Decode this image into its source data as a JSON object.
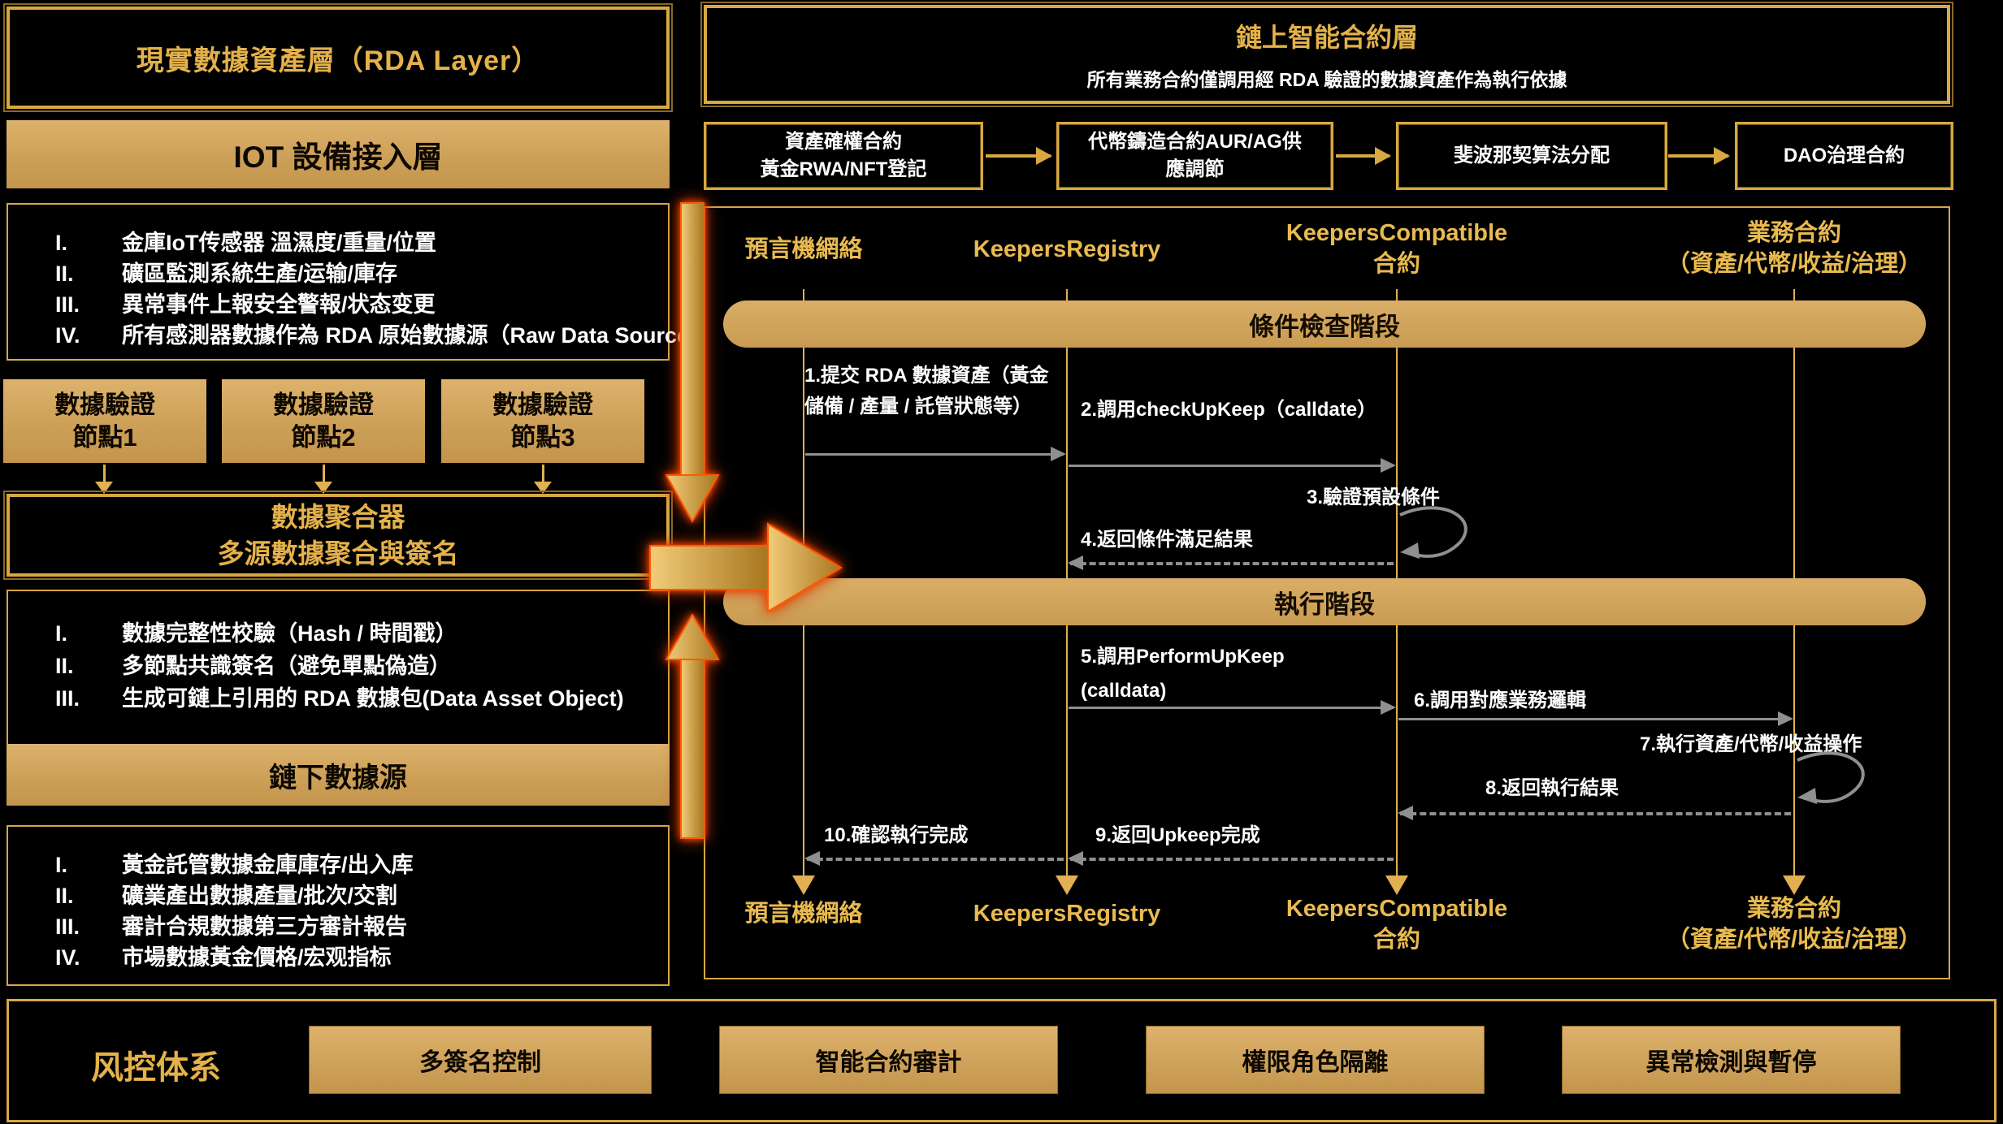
{
  "colors": {
    "gold_fill": "#CDA058",
    "gold_border": "#D8A842",
    "gold_text": "#E4B14A",
    "white_text": "#FFFFFF",
    "gray_arrow": "#8F8F8F",
    "glow_orange": "#FF4A00",
    "background": "#000000"
  },
  "left_panel": {
    "rda_title": "現實數據資產層（RDA Layer）",
    "iot_bar_label": "IOT 設備接入層",
    "iot_list": [
      {
        "num": "I.",
        "text": "金庫IoT传感器 溫濕度/重量/位置"
      },
      {
        "num": "II.",
        "text": "礦區監測系統生產/运输/庫存"
      },
      {
        "num": "III.",
        "text": "異常事件上報安全警報/状态变更"
      },
      {
        "num": "IV.",
        "text": "所有感測器數據作為 RDA 原始數據源（Raw Data Source）"
      }
    ],
    "validation_nodes": [
      {
        "lines": [
          "數據驗證",
          "節點1"
        ]
      },
      {
        "lines": [
          "數據驗證",
          "節點2"
        ]
      },
      {
        "lines": [
          "數據驗證",
          "節點3"
        ]
      }
    ],
    "aggregator": {
      "lines": [
        "數據聚合器",
        "多源數據聚合與簽名"
      ]
    },
    "aggregator_list": [
      {
        "num": "I.",
        "text": "數據完整性校驗（Hash / 時間戳）"
      },
      {
        "num": "II.",
        "text": "多節點共識簽名（避免單點偽造）"
      },
      {
        "num": "III.",
        "text": "生成可鏈上引用的 RDA 數據包(Data Asset Object)"
      }
    ],
    "offchain_bar_label": "鏈下數據源",
    "offchain_list": [
      {
        "num": "I.",
        "text": "黃金託管數據金庫庫存/出入库"
      },
      {
        "num": "II.",
        "text": "礦業產出數據產量/批次/交割"
      },
      {
        "num": "III.",
        "text": "審計合規數據第三方審計報告"
      },
      {
        "num": "IV.",
        "text": "市場數據黃金價格/宏观指标"
      }
    ]
  },
  "right_panel": {
    "header": {
      "title": "鏈上智能合約層",
      "subtitle": "所有業務合約僅調用經 RDA 驗證的數據資產作為執行依據"
    },
    "contract_flow": [
      {
        "lines": [
          "資產確權合約",
          "黃金RWA/NFT登記"
        ]
      },
      {
        "lines": [
          "代幣鑄造合約AUR/AG供",
          "應調節"
        ]
      },
      {
        "lines": [
          "斐波那契算法分配"
        ]
      },
      {
        "lines": [
          "DAO治理合約"
        ]
      }
    ],
    "sequence": {
      "actors": [
        {
          "lines": [
            "預言機網絡"
          ]
        },
        {
          "lines": [
            "KeepersRegistry"
          ]
        },
        {
          "lines": [
            "KeepersCompatible",
            "合約"
          ]
        },
        {
          "lines": [
            "業務合約",
            "（資產/代幣/收益/治理）"
          ]
        }
      ],
      "phase1_label": "條件檢查階段",
      "phase2_label": "執行階段",
      "messages": {
        "m1": {
          "lines": [
            "1.提交 RDA 數據資產（黃金",
            "儲備 / 產量 / 託管狀態等）"
          ]
        },
        "m2": "2.調用checkUpKeep（calldate）",
        "m3": "3.驗證預設條件",
        "m4": "4.返回條件滿足結果",
        "m5": {
          "lines": [
            "5.調用PerformUpKeep",
            "(calldata)"
          ]
        },
        "m6": "6.調用對應業務邏輯",
        "m7": "7.執行資產/代幣/收益操作",
        "m8": "8.返回執行結果",
        "m9": "9.返回Upkeep完成",
        "m10": "10.確認執行完成"
      }
    }
  },
  "footer": {
    "title": "风控体系",
    "items": [
      {
        "label": "多簽名控制"
      },
      {
        "label": "智能合約審計"
      },
      {
        "label": "權限角色隔離"
      },
      {
        "label": "異常檢測與暫停"
      }
    ]
  }
}
